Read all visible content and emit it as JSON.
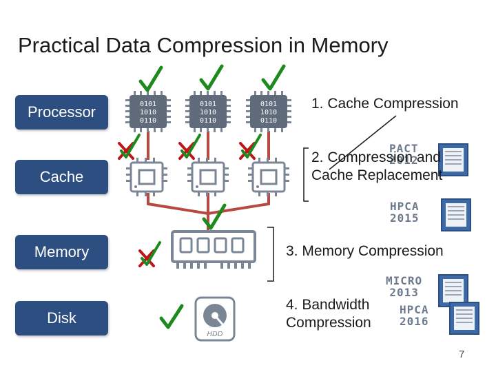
{
  "slide": {
    "title": "Practical Data Compression in Memory",
    "page_number": "7"
  },
  "hierarchy": {
    "processor_label": "Processor",
    "cache_label": "Cache",
    "memory_label": "Memory",
    "disk_label": "Disk",
    "chip_bits": [
      "0101",
      "1010",
      "0110"
    ],
    "disk_label_hdd": "HDD"
  },
  "items": {
    "item1": "1. Cache Compression",
    "item2_line1": "2. Compression and",
    "item2_line2": "Cache Replacement",
    "item3": "3. Memory Compression",
    "item4_line1": "4. Bandwidth",
    "item4_line2": "Compression"
  },
  "venues": {
    "pact_name": "PACT",
    "pact_year": "2012",
    "hpca_name": "HPCA",
    "hpca_year": "2015",
    "micro_name": "MICRO",
    "micro_year": "2013",
    "hpca2_name": "HPCA",
    "hpca2_year": "2016"
  },
  "colors": {
    "button_blue": "#2d4e80",
    "check_green": "#1e8a1e",
    "cross_red": "#c0141a",
    "wire_red": "#b64a42",
    "icon_gray": "#7a8695"
  }
}
